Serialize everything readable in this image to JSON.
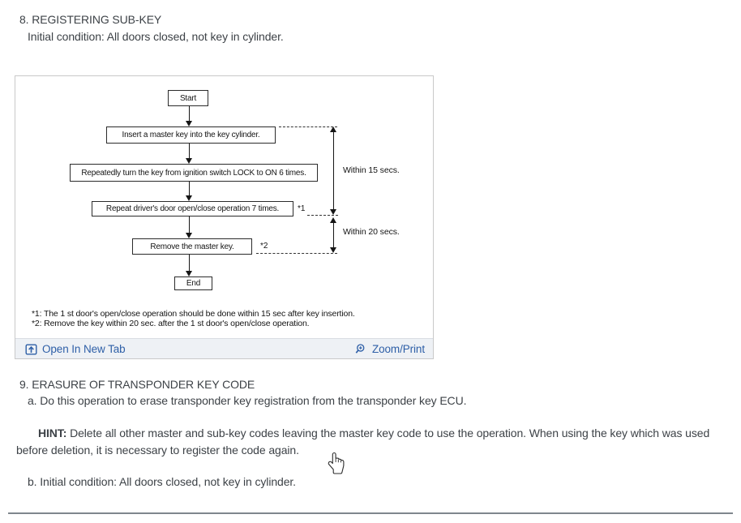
{
  "section8": {
    "heading": "8. REGISTERING SUB-KEY",
    "initial_condition": "Initial condition: All doors closed, not key in cylinder."
  },
  "figure": {
    "flowchart": {
      "start": "Start",
      "step1": "Insert a master key into the key cylinder.",
      "step2": "Repeatedly turn the key from ignition switch LOCK to ON 6 times.",
      "step3": "Repeat driver's door open/close operation 7 times.",
      "step3_ref": "*1",
      "step4": "Remove the master key.",
      "step4_ref": "*2",
      "end": "End",
      "within_15": "Within 15 secs.",
      "within_20": "Within 20 secs.",
      "footnote_1": "*1: The 1 st door's open/close operation should be done within 15 sec after key insertion.",
      "footnote_2": "*2: Remove the key within 20 sec. after the 1 st door's open/close operation."
    },
    "toolbar": {
      "open_in_new_tab": "Open In New Tab",
      "zoom_print": "Zoom/Print"
    }
  },
  "section9": {
    "heading": "9. ERASURE OF TRANSPONDER KEY CODE",
    "item_a": "a. Do this operation to erase transponder key registration from the transponder key ECU.",
    "hint_label": "HINT:",
    "hint_text": " Delete all other master and sub-key codes leaving the master key code to use the operation. When using the key which was used before deletion, it is necessary to register the code again.",
    "item_b": "b. Initial condition: All doors closed, not key in cylinder."
  },
  "colors": {
    "link": "#2e5fa7",
    "text": "#3d4247",
    "toolbar_bg": "#eef1f5",
    "figure_border": "#c9c9c9"
  }
}
